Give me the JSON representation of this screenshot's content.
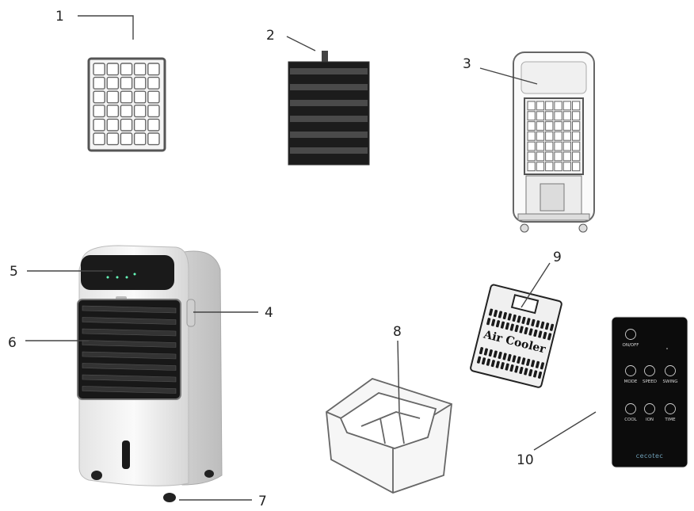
{
  "callouts": [
    {
      "number": "1"
    },
    {
      "number": "2"
    },
    {
      "number": "3"
    },
    {
      "number": "4"
    },
    {
      "number": "5"
    },
    {
      "number": "6"
    },
    {
      "number": "7"
    },
    {
      "number": "8"
    },
    {
      "number": "9"
    },
    {
      "number": "10"
    }
  ],
  "filter_panel": {
    "label": "Air Cooler"
  },
  "remote": {
    "buttons": [
      {
        "label": "ON/OFF",
        "icon": "power-icon"
      },
      {
        "label": "MODE",
        "icon": "mode-icon"
      },
      {
        "label": "SPEED",
        "icon": "speed-icon"
      },
      {
        "label": "SWING",
        "icon": "swing-icon"
      },
      {
        "label": "COOL",
        "icon": "snowflake-icon"
      },
      {
        "label": "ION",
        "icon": "ion-icon"
      },
      {
        "label": "TIME",
        "icon": "timer-icon"
      }
    ],
    "brand": "cecotec"
  },
  "colors": {
    "line": "#444444",
    "remote_body": "#0c0c0c",
    "remote_text": "#d8d8d8",
    "brand_text": "#6fa0b8"
  }
}
